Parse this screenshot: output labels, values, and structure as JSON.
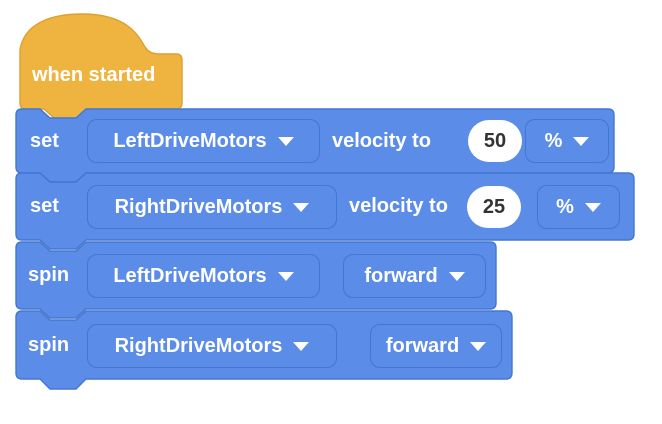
{
  "colors": {
    "block_blue": "#5A8CE8",
    "block_blue_border": "#4377CF",
    "hat_yellow": "#EFB440",
    "hat_yellow_border": "#DCA12F",
    "text_white": "#FFFFFF",
    "oval_bg": "#FFFFFF",
    "number_text": "#333333"
  },
  "hat_block": {
    "label": "when started"
  },
  "blocks": [
    {
      "command": "set",
      "motor": "LeftDriveMotors",
      "mid_label": "velocity to",
      "value": "50",
      "unit": "%"
    },
    {
      "command": "set",
      "motor": "RightDriveMotors",
      "mid_label": "velocity to",
      "value": "25",
      "unit": "%"
    },
    {
      "command": "spin",
      "motor": "LeftDriveMotors",
      "direction": "forward"
    },
    {
      "command": "spin",
      "motor": "RightDriveMotors",
      "direction": "forward"
    }
  ]
}
